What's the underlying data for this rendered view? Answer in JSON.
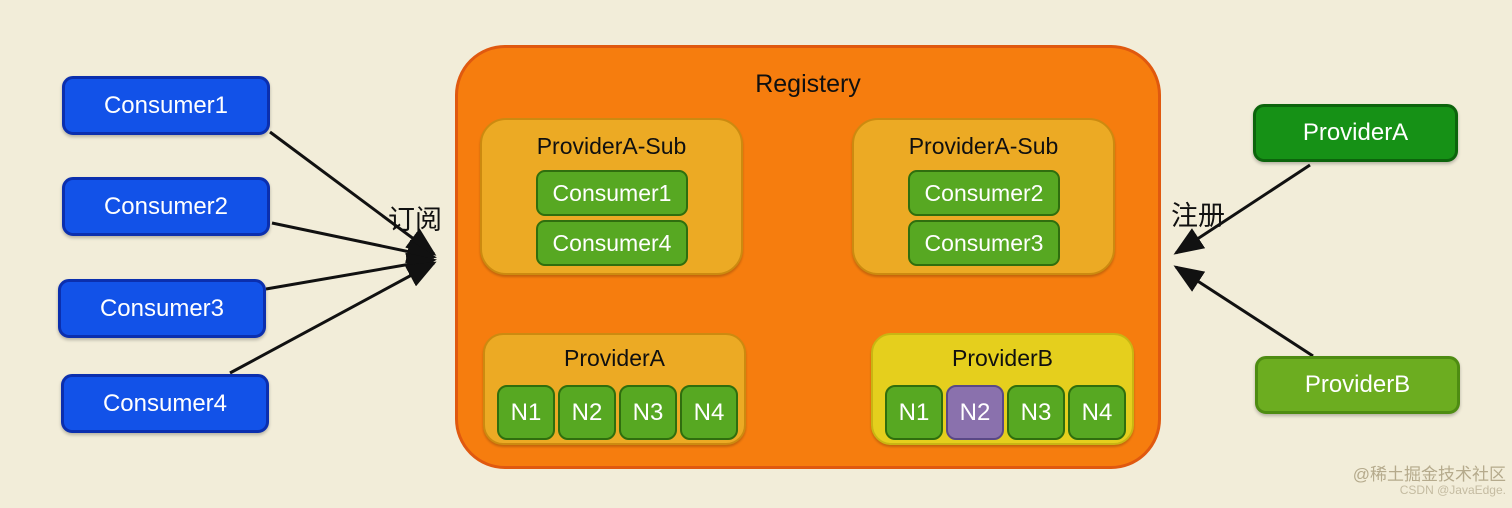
{
  "consumers": [
    {
      "label": "Consumer1"
    },
    {
      "label": "Consumer2"
    },
    {
      "label": "Consumer3"
    },
    {
      "label": "Consumer4"
    }
  ],
  "registry": {
    "title": "Registery",
    "subs": [
      {
        "title": "ProviderA-Sub",
        "members": [
          "Consumer1",
          "Consumer4"
        ]
      },
      {
        "title": "ProviderA-Sub",
        "members": [
          "Consumer2",
          "Consumer3"
        ]
      }
    ],
    "groups": [
      {
        "title": "ProviderA",
        "nodes": [
          "N1",
          "N2",
          "N3",
          "N4"
        ]
      },
      {
        "title": "ProviderB",
        "nodes": [
          "N1",
          "N2",
          "N3",
          "N4"
        ],
        "highlighted_node": "N2"
      }
    ]
  },
  "providers": [
    {
      "label": "ProviderA"
    },
    {
      "label": "ProviderB"
    }
  ],
  "edge_labels": {
    "subscribe": "订阅",
    "register": "注册"
  },
  "watermark": {
    "line1": "@稀土掘金技术社区",
    "line2": "CSDN @JavaEdge."
  },
  "colors": {
    "background": "#f2edd9",
    "registry_fill": "#f67d0e",
    "registry_border": "#e0590f",
    "subgroup_fill": "#ecaa24",
    "subgroup_border": "#cc8a10",
    "green_fill": "#57a822",
    "green_border": "#2f6e0e",
    "yellow_fill": "#e5cf1d",
    "purple_fill": "#8a71ad",
    "consumer_fill": "#1252e8",
    "provider_a_fill": "#169116",
    "provider_b_fill": "#6cad20",
    "arrow": "#111111"
  }
}
